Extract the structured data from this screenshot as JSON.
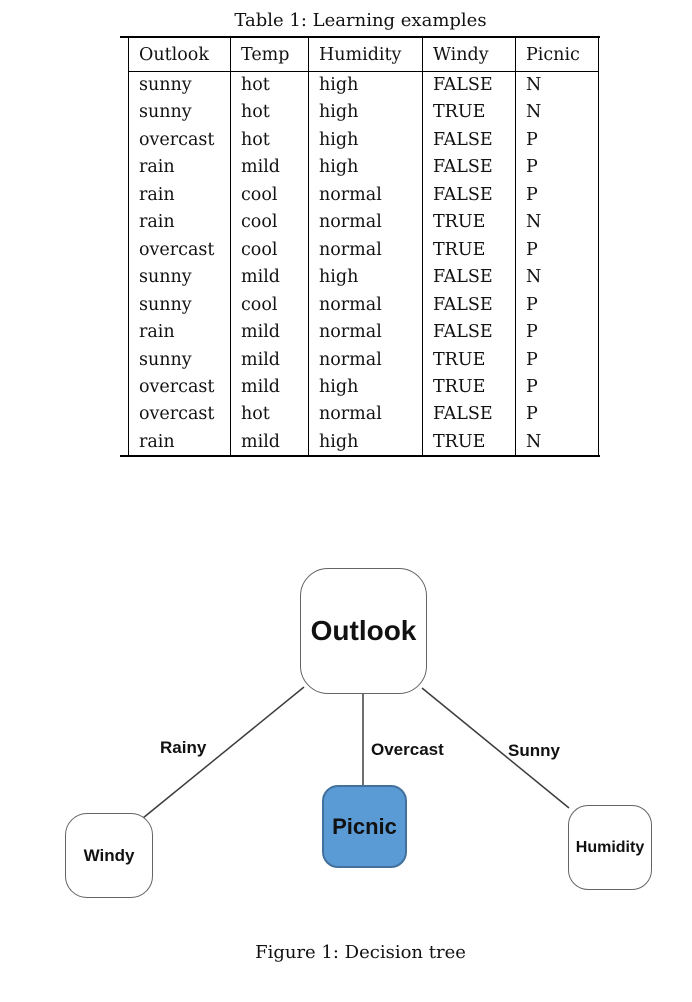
{
  "page": {
    "table_caption": "Table 1: Learning examples",
    "figure_caption": "Figure 1: Decision tree"
  },
  "table": {
    "headers": [
      "Outlook",
      "Temp",
      "Humidity",
      "Windy",
      "Picnic"
    ],
    "rows": [
      [
        "sunny",
        "hot",
        "high",
        "FALSE",
        "N"
      ],
      [
        "sunny",
        "hot",
        "high",
        "TRUE",
        "N"
      ],
      [
        "overcast",
        "hot",
        "high",
        "FALSE",
        "P"
      ],
      [
        "rain",
        "mild",
        "high",
        "FALSE",
        "P"
      ],
      [
        "rain",
        "cool",
        "normal",
        "FALSE",
        "P"
      ],
      [
        "rain",
        "cool",
        "normal",
        "TRUE",
        "N"
      ],
      [
        "overcast",
        "cool",
        "normal",
        "TRUE",
        "P"
      ],
      [
        "sunny",
        "mild",
        "high",
        "FALSE",
        "N"
      ],
      [
        "sunny",
        "cool",
        "normal",
        "FALSE",
        "P"
      ],
      [
        "rain",
        "mild",
        "normal",
        "FALSE",
        "P"
      ],
      [
        "sunny",
        "mild",
        "normal",
        "TRUE",
        "P"
      ],
      [
        "overcast",
        "mild",
        "high",
        "TRUE",
        "P"
      ],
      [
        "overcast",
        "hot",
        "normal",
        "FALSE",
        "P"
      ],
      [
        "rain",
        "mild",
        "high",
        "TRUE",
        "N"
      ]
    ]
  },
  "figure": {
    "nodes": {
      "root": {
        "label": "Outlook"
      },
      "left": {
        "label": "Windy"
      },
      "center": {
        "label": "Picnic"
      },
      "right": {
        "label": "Humidity"
      }
    },
    "edges": {
      "left_label": "Rainy",
      "center_label": "Overcast",
      "right_label": "Sunny"
    },
    "colors": {
      "picnic_fill": "#5B9BD5",
      "picnic_border": "#41719C",
      "edge_stroke": "#3D3D3D"
    }
  }
}
